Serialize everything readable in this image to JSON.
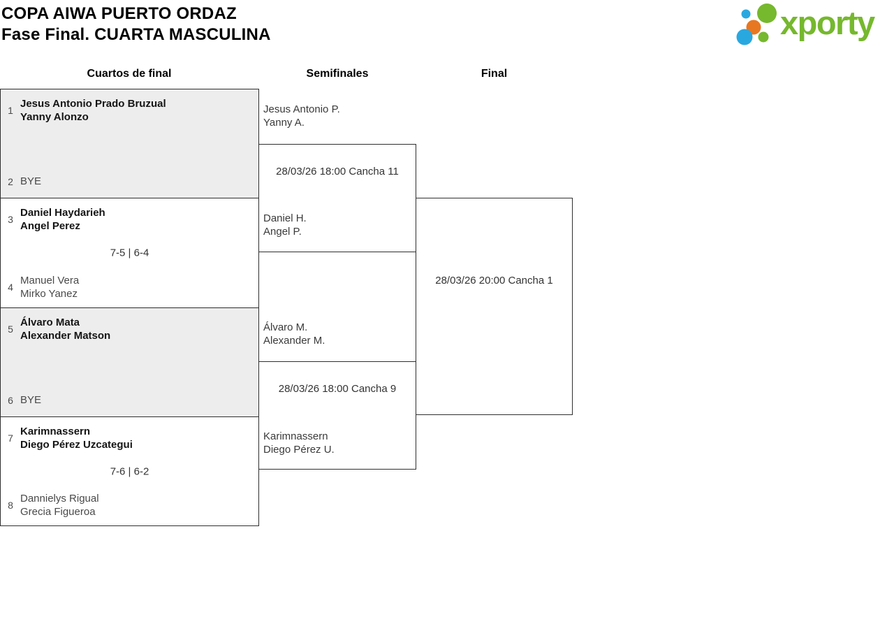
{
  "header": {
    "title_line1": "COPA AIWA PUERTO ORDAZ",
    "title_line2": "Fase Final. CUARTA MASCULINA",
    "logo_text": "xporty"
  },
  "rounds": {
    "quarterfinals_label": "Cuartos de final",
    "semifinals_label": "Semifinales",
    "final_label": "Final"
  },
  "quarterfinals": [
    {
      "teamA": {
        "seed": "1",
        "players": [
          "Jesus Antonio Prado Bruzual",
          "Yanny Alonzo"
        ],
        "winner": true
      },
      "teamB": {
        "seed": "2",
        "players": [
          "BYE"
        ],
        "winner": false
      },
      "score": ""
    },
    {
      "teamA": {
        "seed": "3",
        "players": [
          "Daniel Haydarieh",
          "Angel Perez"
        ],
        "winner": true
      },
      "teamB": {
        "seed": "4",
        "players": [
          "Manuel Vera",
          "Mirko Yanez"
        ],
        "winner": false
      },
      "score": "7-5 | 6-4"
    },
    {
      "teamA": {
        "seed": "5",
        "players": [
          "Álvaro Mata",
          "Alexander Matson"
        ],
        "winner": true
      },
      "teamB": {
        "seed": "6",
        "players": [
          "BYE"
        ],
        "winner": false
      },
      "score": ""
    },
    {
      "teamA": {
        "seed": "7",
        "players": [
          "Karimnassern",
          "Diego Pérez Uzcategui"
        ],
        "winner": true
      },
      "teamB": {
        "seed": "8",
        "players": [
          "Dannielys Rigual",
          "Grecia Figueroa"
        ],
        "winner": false
      },
      "score": "7-6 | 6-2"
    }
  ],
  "semifinals": [
    {
      "teamA": {
        "players": [
          "Jesus Antonio P.",
          "Yanny A."
        ]
      },
      "teamB": {
        "players": [
          "Daniel H.",
          "Angel P."
        ]
      },
      "match_info": "28/03/26 18:00 Cancha 11"
    },
    {
      "teamA": {
        "players": [
          "Álvaro M.",
          "Alexander M."
        ]
      },
      "teamB": {
        "players": [
          "Karimnassern",
          "Diego Pérez U."
        ]
      },
      "match_info": "28/03/26 18:00 Cancha 9"
    }
  ],
  "final": {
    "match_info": "28/03/26 20:00 Cancha 1"
  },
  "colors": {
    "logo_green": "#76b82e",
    "logo_blue": "#29a8e0",
    "logo_orange": "#e87722",
    "shaded_box_bg": "#ededed",
    "border": "#2f2f2f"
  }
}
